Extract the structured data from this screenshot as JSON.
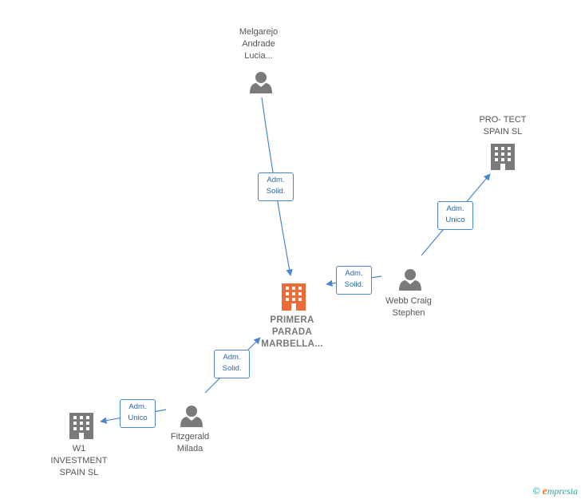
{
  "colors": {
    "edge": "#4a86cf",
    "node_gray": "#7a7a7a",
    "node_main": "#f06a35"
  },
  "nodes": {
    "melgarejo": {
      "label": "Melgarejo\nAndrade\nLucia...",
      "type": "person"
    },
    "primera": {
      "label": "PRIMERA\nPARADA\nMARBELLA...",
      "type": "company-main"
    },
    "webb": {
      "label": "Webb Craig\nStephen",
      "type": "person"
    },
    "protect": {
      "label": "PRO- TECT\nSPAIN SL",
      "type": "company"
    },
    "fitzgerald": {
      "label": "Fitzgerald\nMilada",
      "type": "person"
    },
    "w1": {
      "label": "W1\nINVESTMENT\nSPAIN SL",
      "type": "company"
    }
  },
  "edges": {
    "e1": {
      "label": "Adm.\nSolid.",
      "from": "Melgarejo Andrade Lucia...",
      "to": "PRIMERA PARADA MARBELLA..."
    },
    "e2": {
      "label": "Adm.\nSolid.",
      "from": "Webb Craig Stephen",
      "to": "PRIMERA PARADA MARBELLA..."
    },
    "e3": {
      "label": "Adm.\nUnico",
      "from": "Webb Craig Stephen",
      "to": "PRO- TECT SPAIN SL"
    },
    "e4": {
      "label": "Adm.\nSolid.",
      "from": "Fitzgerald Milada",
      "to": "PRIMERA PARADA MARBELLA..."
    },
    "e5": {
      "label": "Adm.\nUnico",
      "from": "Fitzgerald Milada",
      "to": "W1 INVESTMENT SPAIN SL"
    }
  },
  "footer": {
    "copyright_symbol": "©",
    "brand_initial": "e",
    "brand_rest": "mpresia"
  }
}
